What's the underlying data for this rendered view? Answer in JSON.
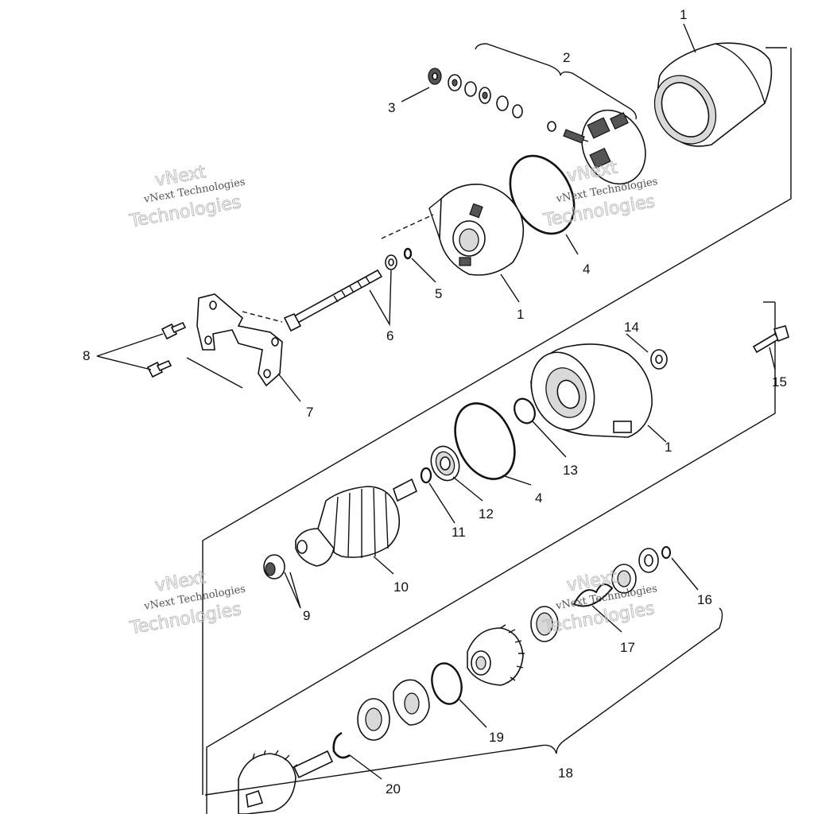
{
  "callouts": {
    "c1_top": "1",
    "c2": "2",
    "c3": "3",
    "c4_upper": "4",
    "c5": "5",
    "c1_endcap": "1",
    "c6": "6",
    "c7": "7",
    "c8": "8",
    "c14": "14",
    "c15": "15",
    "c1_housing": "1",
    "c13": "13",
    "c4_lower": "4",
    "c12": "12",
    "c11": "11",
    "c10": "10",
    "c9": "9",
    "c16": "16",
    "c17": "17",
    "c19": "19",
    "c20": "20",
    "c18": "18"
  },
  "watermarks": {
    "w1_small": "vNext Technologies",
    "w1_big": "Technologies",
    "w1_top": "vNext",
    "w2_small": "vNext Technologies",
    "w2_big": "Technologies",
    "w2_top": "vNext",
    "w3_small": "vNext Technologies",
    "w3_big": "Technologies",
    "w3_top": "vNext",
    "w4_small": "vNext Technologies",
    "w4_big": "Technologies",
    "w4_top": "vNext"
  }
}
